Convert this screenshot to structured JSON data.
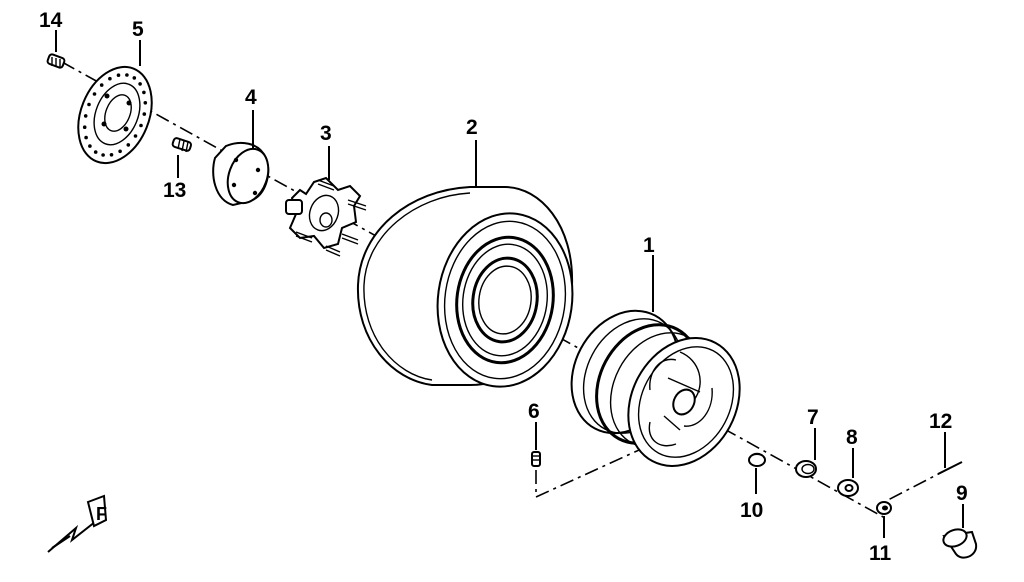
{
  "diagram": {
    "parts": [
      {
        "number": "1",
        "name": "rim"
      },
      {
        "number": "2",
        "name": "tire"
      },
      {
        "number": "3",
        "name": "wheel-hub"
      },
      {
        "number": "4",
        "name": "hub-spacer"
      },
      {
        "number": "5",
        "name": "brake-disc"
      },
      {
        "number": "6",
        "name": "valve-stem"
      },
      {
        "number": "7",
        "name": "bearing"
      },
      {
        "number": "8",
        "name": "washer"
      },
      {
        "number": "9",
        "name": "hub-cap"
      },
      {
        "number": "10",
        "name": "valve-cap"
      },
      {
        "number": "11",
        "name": "castle-nut"
      },
      {
        "number": "12",
        "name": "cotter-pin"
      },
      {
        "number": "13",
        "name": "stud-bolt"
      },
      {
        "number": "14",
        "name": "disc-bolt"
      }
    ],
    "front_marker": "F",
    "colors": {
      "line": "#000000",
      "background": "#ffffff"
    }
  }
}
